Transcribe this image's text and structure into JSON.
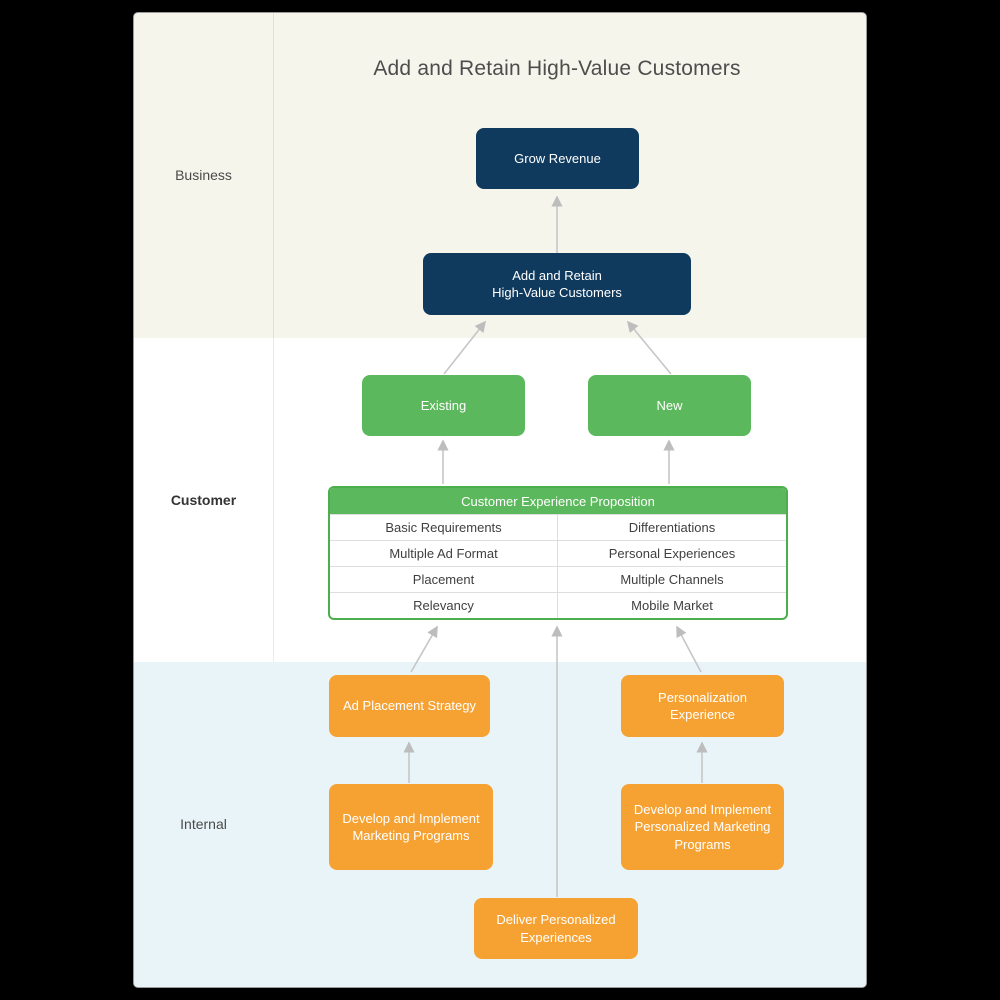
{
  "title": "Add and Retain High-Value Customers",
  "bands": {
    "business": {
      "label": "Business"
    },
    "customer": {
      "label": "Customer"
    },
    "internal": {
      "label": "Internal"
    }
  },
  "nodes": {
    "grow_revenue": {
      "label": "Grow Revenue"
    },
    "add_retain": {
      "label": "Add and Retain\nHigh-Value Customers"
    },
    "existing": {
      "label": "Existing"
    },
    "new": {
      "label": "New"
    },
    "ad_placement": {
      "label": "Ad Placement Strategy"
    },
    "personalization": {
      "label": "Personalization\nExperience"
    },
    "develop_marketing": {
      "label": "Develop and Implement\nMarketing Programs"
    },
    "develop_personalized": {
      "label": "Develop and Implement\nPersonalized Marketing\nPrograms"
    },
    "deliver_personalized": {
      "label": "Deliver Personalized\nExperiences"
    }
  },
  "proposition_table": {
    "header": "Customer Experience Proposition",
    "rows": [
      [
        "Basic Requirements",
        "Differentiations"
      ],
      [
        "Multiple Ad Format",
        "Personal Experiences"
      ],
      [
        "Placement",
        "Multiple Channels"
      ],
      [
        "Relevancy",
        "Mobile Market"
      ]
    ]
  },
  "colors": {
    "background": "#000000",
    "band_business": "#F5F5EC",
    "band_customer": "#FFFFFF",
    "band_internal": "#E9F4F9",
    "navy_node": "#0F3A5D",
    "green_node": "#5CB85C",
    "orange_node": "#F6A233",
    "table_border": "#4CAE4C",
    "arrow": "#C2C2C2",
    "title_text": "#4D4D4D"
  }
}
